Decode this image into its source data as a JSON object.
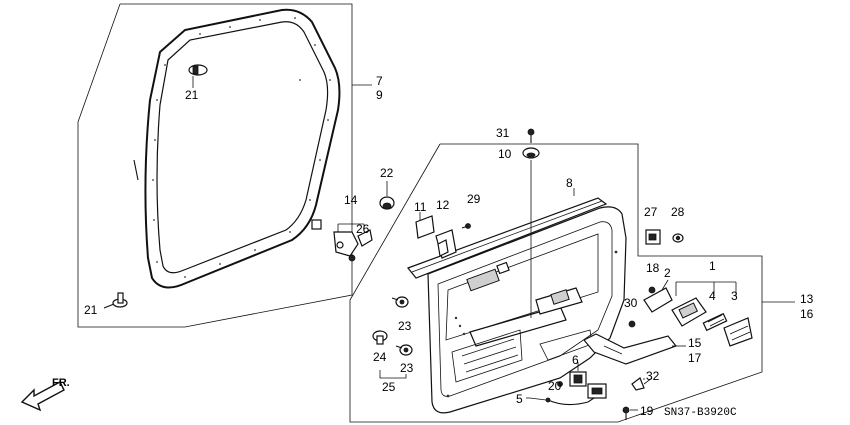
{
  "diagram_code": "SN37-B3920C",
  "direction_label": "FR.",
  "callouts": [
    {
      "id": "c7",
      "text": "7"
    },
    {
      "id": "c9",
      "text": "9"
    },
    {
      "id": "c21a",
      "text": "21"
    },
    {
      "id": "c21b",
      "text": "21"
    },
    {
      "id": "c22",
      "text": "22"
    },
    {
      "id": "c14",
      "text": "14"
    },
    {
      "id": "c26",
      "text": "26"
    },
    {
      "id": "c31",
      "text": "31"
    },
    {
      "id": "c10",
      "text": "10"
    },
    {
      "id": "c8",
      "text": "8"
    },
    {
      "id": "c11",
      "text": "11"
    },
    {
      "id": "c12",
      "text": "12"
    },
    {
      "id": "c29",
      "text": "29"
    },
    {
      "id": "c27",
      "text": "27"
    },
    {
      "id": "c28",
      "text": "28"
    },
    {
      "id": "c1",
      "text": "1"
    },
    {
      "id": "c18",
      "text": "18"
    },
    {
      "id": "c2",
      "text": "2"
    },
    {
      "id": "c4",
      "text": "4"
    },
    {
      "id": "c3",
      "text": "3"
    },
    {
      "id": "c13",
      "text": "13"
    },
    {
      "id": "c16",
      "text": "16"
    },
    {
      "id": "c30",
      "text": "30"
    },
    {
      "id": "c23a",
      "text": "23"
    },
    {
      "id": "c24",
      "text": "24"
    },
    {
      "id": "c23b",
      "text": "23"
    },
    {
      "id": "c25",
      "text": "25"
    },
    {
      "id": "c15",
      "text": "15"
    },
    {
      "id": "c17",
      "text": "17"
    },
    {
      "id": "c6",
      "text": "6"
    },
    {
      "id": "c20",
      "text": "20"
    },
    {
      "id": "c32",
      "text": "32"
    },
    {
      "id": "c5",
      "text": "5"
    },
    {
      "id": "c19",
      "text": "19"
    }
  ]
}
